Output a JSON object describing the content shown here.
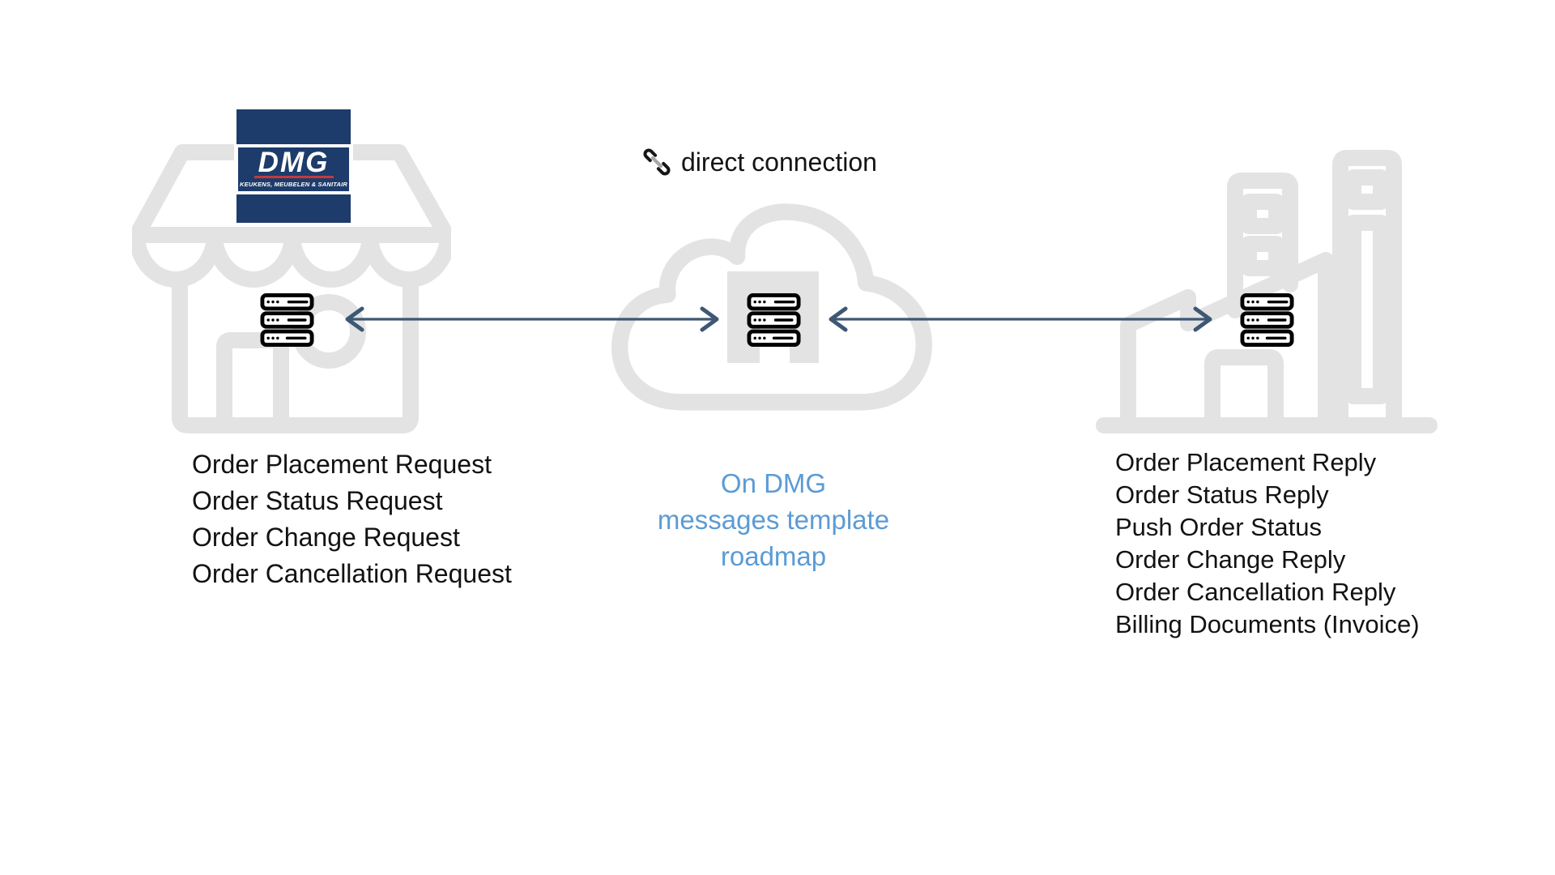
{
  "diagram": {
    "left_node": {
      "icon": "storefront-icon",
      "logo": {
        "title": "DMG",
        "subtitle": "KEUKENS, MEUBELEN & SANITAIR"
      },
      "messages": [
        "Order Placement Request",
        "Order Status Request",
        "Order Change Request",
        "Order Cancellation Request"
      ]
    },
    "center_node": {
      "icon": "cloud-icon",
      "connection_label": "direct connection",
      "connection_icon": "link-icon",
      "note_lines": [
        "On DMG",
        "messages template",
        "roadmap"
      ]
    },
    "right_node": {
      "icon": "factory-icon",
      "messages": [
        "Order Placement Reply",
        "Order Status Reply",
        "Push Order Status",
        "Order Change Reply",
        "Order Cancellation Reply",
        "Billing Documents (Invoice)"
      ]
    },
    "connectors": [
      {
        "from": "left-server",
        "to": "center-server",
        "style": "double-arrow"
      },
      {
        "from": "center-server",
        "to": "right-server",
        "style": "double-arrow"
      }
    ],
    "colors": {
      "accent_blue_text": "#5b9bd5",
      "arrow": "#3e5774",
      "icon_gray": "#e3e3e3",
      "logo_navy": "#1e3c6b",
      "logo_red": "#c23b3b",
      "text": "#121212",
      "background": "#ffffff"
    }
  }
}
